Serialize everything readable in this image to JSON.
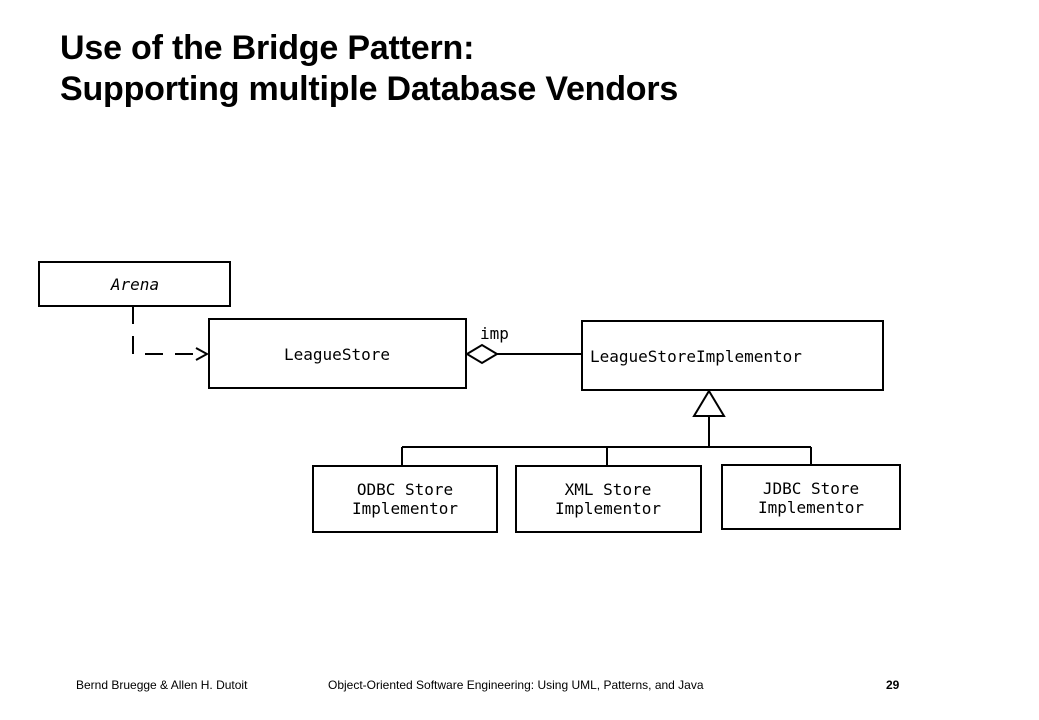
{
  "title": {
    "line1": "Use of the Bridge Pattern:",
    "line2": "Supporting multiple Database Vendors"
  },
  "diagram": {
    "classes": {
      "arena": "Arena",
      "league_store": "LeagueStore",
      "implementor": "LeagueStoreImplementor",
      "odbc": [
        "ODBC Store",
        "Implementor"
      ],
      "xml": [
        "XML Store",
        "Implementor"
      ],
      "jdbc": [
        "JDBC Store",
        "Implementor"
      ]
    },
    "aggregation_label": "imp"
  },
  "footer": {
    "authors": "Bernd Bruegge & Allen H. Dutoit",
    "book": "Object-Oriented Software Engineering: Using UML, Patterns, and Java",
    "page": "29"
  }
}
